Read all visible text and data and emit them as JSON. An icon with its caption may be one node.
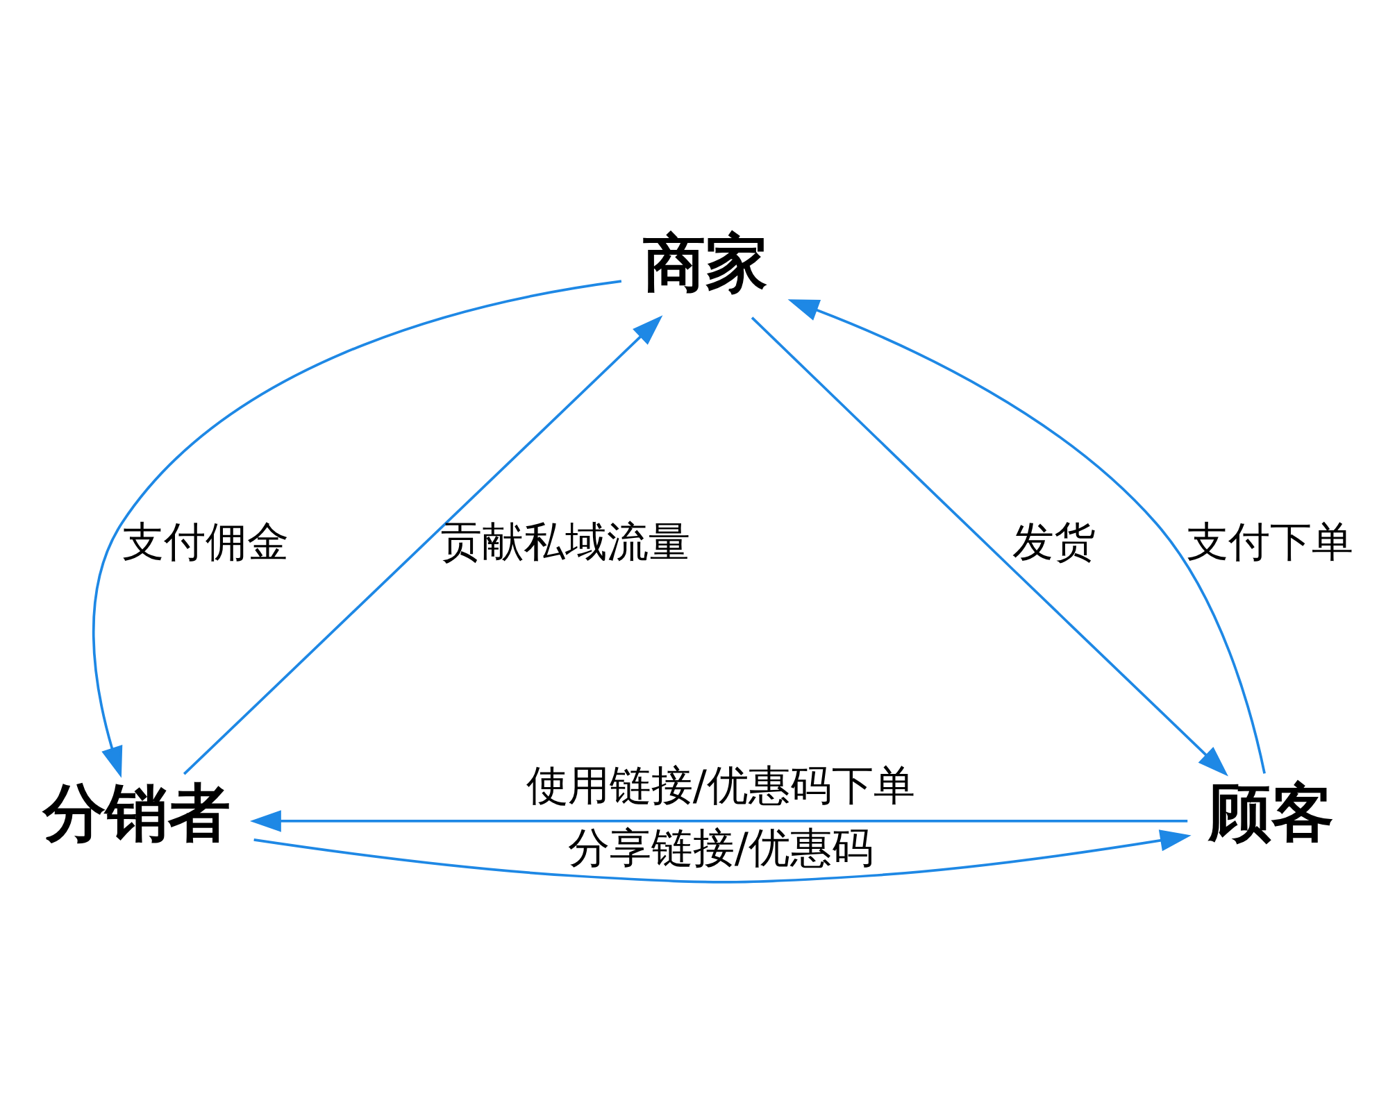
{
  "diagram": {
    "nodes": [
      {
        "text": [
          "商家"
        ]
      },
      {
        "text": [
          "分销者"
        ]
      },
      {
        "text": [
          "顾客"
        ]
      }
    ],
    "edges": [
      {
        "from": 1,
        "to": 0,
        "arrow": "to",
        "label": "贡献私域流量"
      },
      {
        "from": 0,
        "to": 1,
        "arrow": "to",
        "label": "支付佣金"
      },
      {
        "from": 0,
        "to": 2,
        "arrow": "to",
        "label": "发货"
      },
      {
        "from": 2,
        "to": 0,
        "arrow": "to",
        "label": "支付下单"
      },
      {
        "from": 2,
        "to": 1,
        "arrow": "to",
        "label": "使用链接/优惠码下单"
      },
      {
        "from": 1,
        "to": 2,
        "arrow": "to",
        "label": "分享链接/优惠码"
      }
    ]
  }
}
